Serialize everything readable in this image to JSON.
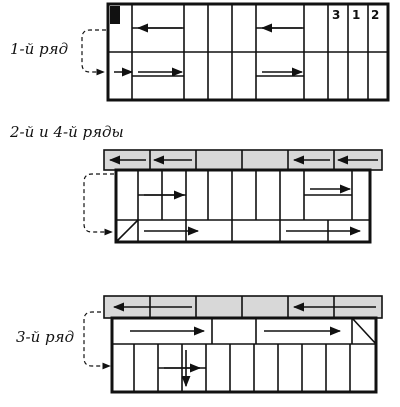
{
  "diagram": {
    "row1_label": "1-й ряд",
    "row24_label": "2-й и 4-й ряды",
    "row3_label": "3-й ряд",
    "row1_numbers": [
      "3",
      "1",
      "2"
    ]
  }
}
